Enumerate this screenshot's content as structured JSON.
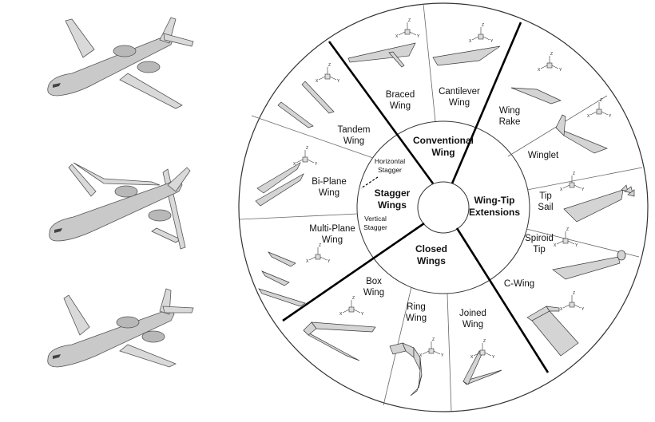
{
  "center_categories": [
    {
      "id": "conventional",
      "line1": "Conventional",
      "line2": "Wing"
    },
    {
      "id": "wingtip",
      "line1": "Wing-Tip",
      "line2": "Extensions"
    },
    {
      "id": "closed",
      "line1": "Closed",
      "line2": "Wings"
    },
    {
      "id": "stagger",
      "line1": "Stagger",
      "line2": "Wings"
    }
  ],
  "stagger_notes": {
    "horizontal": {
      "line1": "Horizontal",
      "line2": "Stagger"
    },
    "vertical": {
      "line1": "Vertical",
      "line2": "Stagger"
    }
  },
  "sectors": [
    {
      "id": "braced",
      "line1": "Braced",
      "line2": "Wing"
    },
    {
      "id": "cantilever",
      "line1": "Cantilever",
      "line2": "Wing"
    },
    {
      "id": "rake",
      "line1": "Wing",
      "line2": "Rake"
    },
    {
      "id": "winglet",
      "line1": "Winglet",
      "line2": ""
    },
    {
      "id": "tipsail",
      "line1": "Tip",
      "line2": "Sail"
    },
    {
      "id": "spiroid",
      "line1": "Spiroid",
      "line2": "Tip"
    },
    {
      "id": "cwing",
      "line1": "C-Wing",
      "line2": ""
    },
    {
      "id": "joined",
      "line1": "Joined",
      "line2": "Wing"
    },
    {
      "id": "ring",
      "line1": "Ring",
      "line2": "Wing"
    },
    {
      "id": "box",
      "line1": "Box",
      "line2": "Wing"
    },
    {
      "id": "multiplane",
      "line1": "Multi-Plane",
      "line2": "Wing"
    },
    {
      "id": "biplane",
      "line1": "Bi-Plane",
      "line2": "Wing"
    },
    {
      "id": "tandem",
      "line1": "Tandem",
      "line2": "Wing"
    }
  ],
  "axis_letters": {
    "x": "X",
    "y": "Y",
    "z": "Z"
  },
  "aircraft_images": [
    {
      "id": "aircraft-conventional-icon"
    },
    {
      "id": "aircraft-box-wing-icon"
    },
    {
      "id": "aircraft-tandem-icon"
    }
  ]
}
